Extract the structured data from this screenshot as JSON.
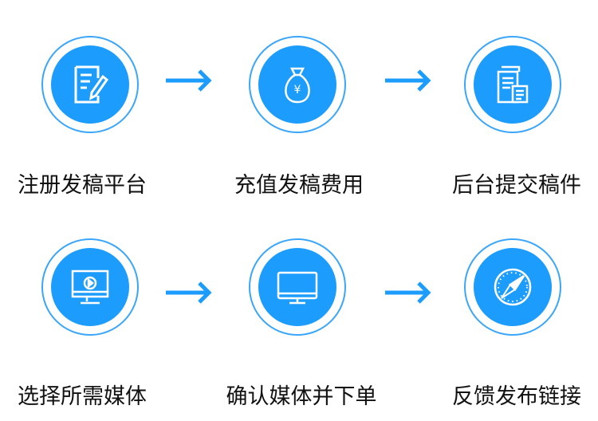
{
  "theme": {
    "accent": "#1c9cfc"
  },
  "steps": [
    {
      "label": "注册发稿平台",
      "icon": "document-edit-icon"
    },
    {
      "label": "充值发稿费用",
      "icon": "money-bag-icon"
    },
    {
      "label": "后台提交稿件",
      "icon": "documents-icon"
    },
    {
      "label": "选择所需媒体",
      "icon": "video-monitor-icon"
    },
    {
      "label": "确认媒体并下单",
      "icon": "monitor-icon"
    },
    {
      "label": "反馈发布链接",
      "icon": "compass-icon"
    }
  ],
  "money_symbol": "¥"
}
